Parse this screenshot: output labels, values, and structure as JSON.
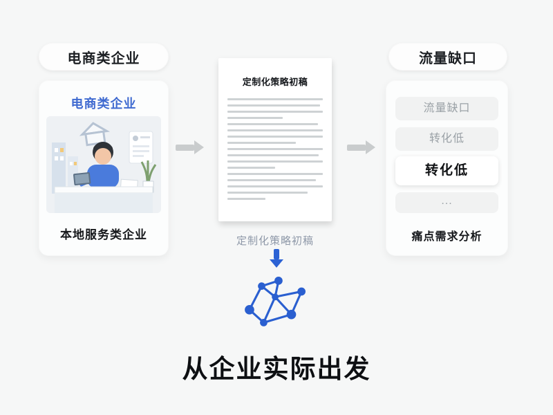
{
  "left": {
    "pill_label": "电商类企业",
    "card_title": "电商类企业",
    "card_caption": "本地服务类企业"
  },
  "middle": {
    "doc_title": "定制化策略初稿",
    "caption": "定制化策略初稿"
  },
  "right": {
    "pill_label": "流量缺口",
    "items": [
      {
        "label": "流量缺口",
        "emphasis": "muted"
      },
      {
        "label": "转化低",
        "emphasis": "muted"
      },
      {
        "label": "转化低",
        "emphasis": "bold"
      },
      {
        "label": "...",
        "emphasis": "muted"
      }
    ],
    "caption": "痛点需求分析"
  },
  "footer": {
    "headline": "从企业实际出发"
  },
  "icons": {
    "arrow_right": "→",
    "arrow_down": "↓",
    "network_icon": "node-graph",
    "workspace_illustration": "person-at-desk"
  },
  "colors": {
    "accent_blue": "#2c62d4",
    "title_blue": "#3f6ad0",
    "arrow_gray": "#c9cccd",
    "background": "#f6f7f7"
  }
}
